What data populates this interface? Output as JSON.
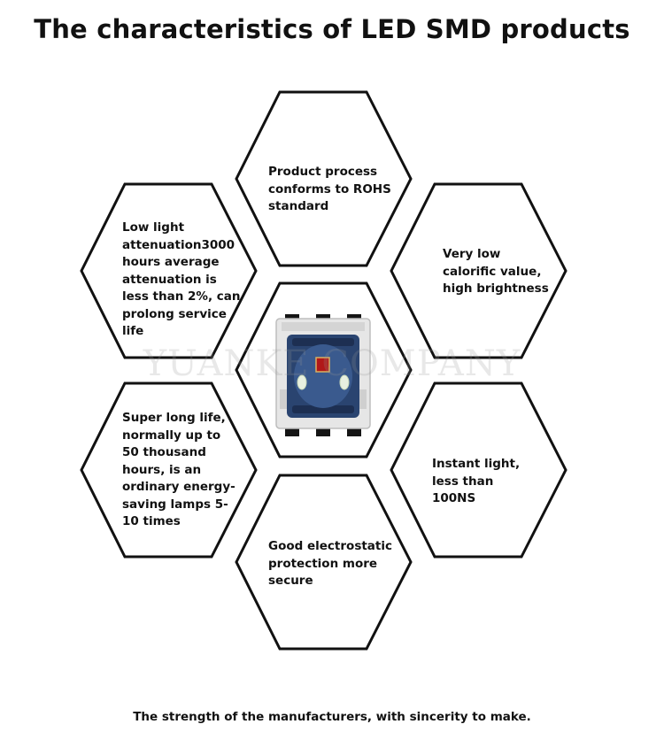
{
  "title": "The characteristics of LED SMD products",
  "features": {
    "top": "Product process conforms to ROHS standard",
    "upper_left": "Low light attenuation3000 hours average attenuation is less than 2%, can prolong service life",
    "upper_right": "Very low calorific value, high brightness",
    "lower_left": "Super long life, normally up to 50 thousand hours, is an ordinary energy-saving lamps 5-10 times",
    "lower_right": "Instant light, less than 100NS",
    "bottom": "Good electrostatic protection more secure"
  },
  "watermark": "YUANKE COMPANY",
  "footer": "The strength of the manufacturers, with sincerity to make.",
  "colors": {
    "outline": "#111111",
    "chip_body": "#e6e6e6",
    "chip_lens": "#2a4470",
    "led_red": "#b01818"
  }
}
